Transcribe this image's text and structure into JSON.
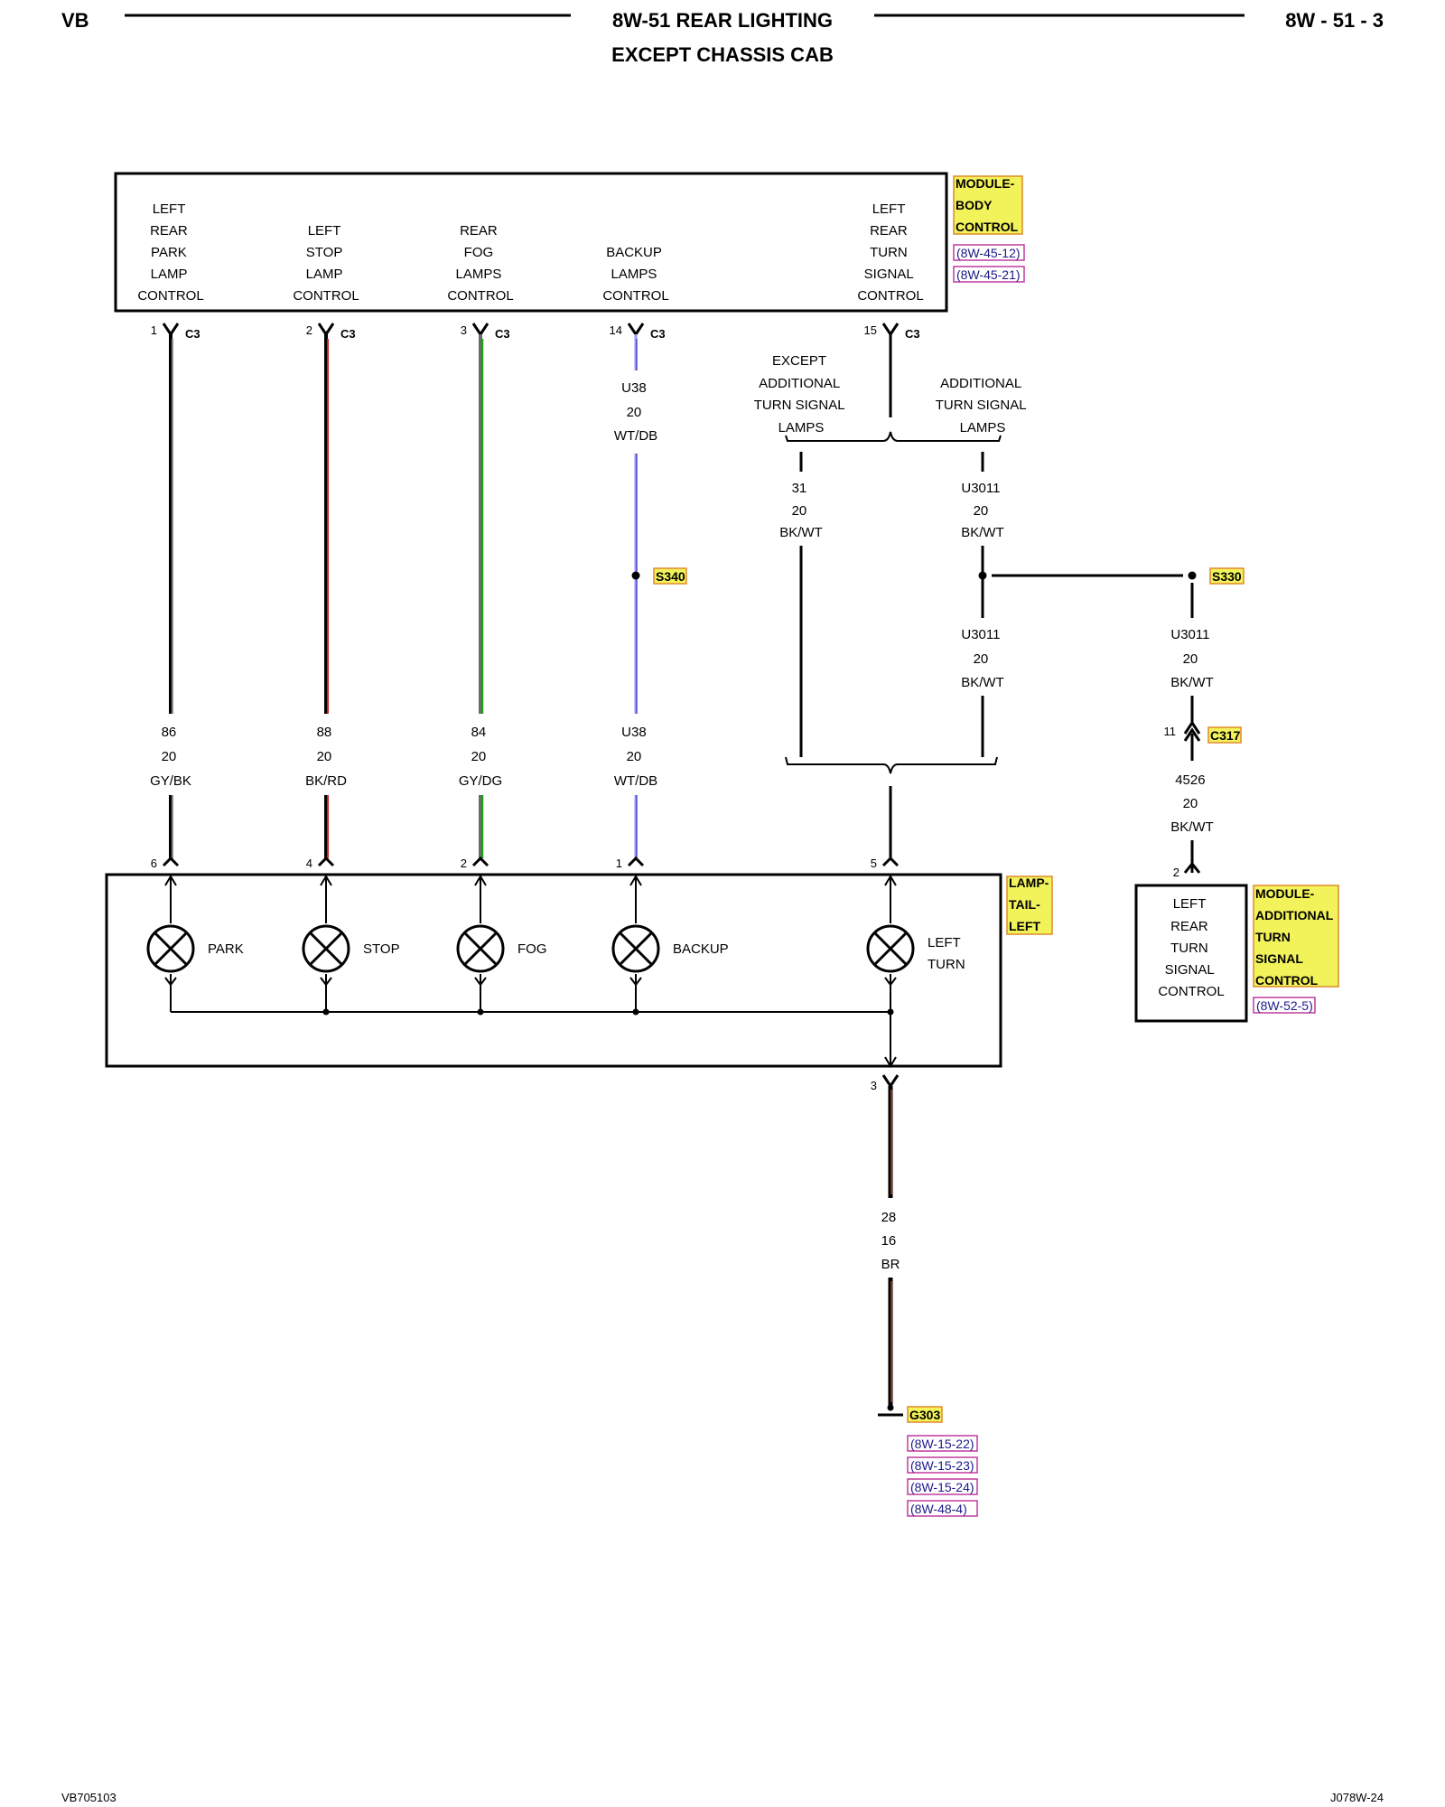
{
  "header": {
    "left": "VB",
    "title_line1": "8W-51 REAR LIGHTING",
    "title_line2": "EXCEPT CHASSIS CAB",
    "right": "8W - 51 - 3"
  },
  "bcm": {
    "functions": [
      [
        "LEFT",
        "REAR",
        "PARK",
        "LAMP",
        "CONTROL"
      ],
      [
        "LEFT",
        "STOP",
        "LAMP",
        "CONTROL"
      ],
      [
        "REAR",
        "FOG",
        "LAMPS",
        "CONTROL"
      ],
      [
        "BACKUP",
        "LAMPS",
        "CONTROL"
      ],
      [
        "LEFT",
        "REAR",
        "TURN",
        "SIGNAL",
        "CONTROL"
      ]
    ],
    "tag": [
      "MODULE-",
      "BODY",
      "CONTROL"
    ],
    "refs": [
      "(8W-45-12)",
      "(8W-45-21)"
    ]
  },
  "c3": {
    "name": "C3",
    "pins": [
      "1",
      "2",
      "3",
      "14",
      "15"
    ]
  },
  "wires": [
    {
      "circuit": "86",
      "gauge": "20",
      "color": "GY/BK"
    },
    {
      "circuit": "88",
      "gauge": "20",
      "color": "BK/RD"
    },
    {
      "circuit": "84",
      "gauge": "20",
      "color": "GY/DG"
    },
    {
      "circuit": "U38",
      "gauge": "20",
      "color": "WT/DB"
    },
    {
      "circuit": "31",
      "gauge": "20",
      "color": "BK/WT"
    },
    {
      "circuit": "U3011",
      "gauge": "20",
      "color": "BK/WT"
    },
    {
      "circuit": "U3011",
      "gauge": "20",
      "color": "BK/WT"
    },
    {
      "circuit": "U3011",
      "gauge": "20",
      "color": "BK/WT"
    },
    {
      "circuit": "4526",
      "gauge": "20",
      "color": "BK/WT"
    },
    {
      "circuit": "28",
      "gauge": "16",
      "color": "BR"
    }
  ],
  "variants": {
    "except": [
      "EXCEPT",
      "ADDITIONAL",
      "TURN SIGNAL",
      "LAMPS"
    ],
    "additional": [
      "ADDITIONAL",
      "TURN SIGNAL",
      "LAMPS"
    ]
  },
  "splices": {
    "s340": "S340",
    "s330": "S330"
  },
  "c317": {
    "name": "C317",
    "pin": "11"
  },
  "turn_module": {
    "pin": "2",
    "function": [
      "LEFT",
      "REAR",
      "TURN",
      "SIGNAL",
      "CONTROL"
    ],
    "tag": [
      "MODULE-",
      "ADDITIONAL",
      "TURN",
      "SIGNAL",
      "CONTROL"
    ],
    "ref": "(8W-52-5)"
  },
  "lamp": {
    "tag": [
      "LAMP-",
      "TAIL-",
      "LEFT"
    ],
    "pins": [
      "6",
      "4",
      "2",
      "1",
      "5"
    ],
    "bulbs": [
      "PARK",
      "STOP",
      "FOG",
      "BACKUP",
      [
        "LEFT",
        "TURN"
      ]
    ]
  },
  "ground": {
    "pin": "3",
    "name": "G303",
    "refs": [
      "(8W-15-22)",
      "(8W-15-23)",
      "(8W-15-24)",
      "(8W-48-4)"
    ]
  },
  "footer": {
    "left": "VB705103",
    "right": "J078W-24"
  },
  "wire_colors": {
    "GY": "#8a8a8a",
    "RD": "#d42020",
    "DG": "#1aa01a",
    "DB": "#2a2ab0",
    "BR": "#7a3a1a",
    "tag_fill": "#f2f25a",
    "ref_border": "#c03aa0"
  }
}
